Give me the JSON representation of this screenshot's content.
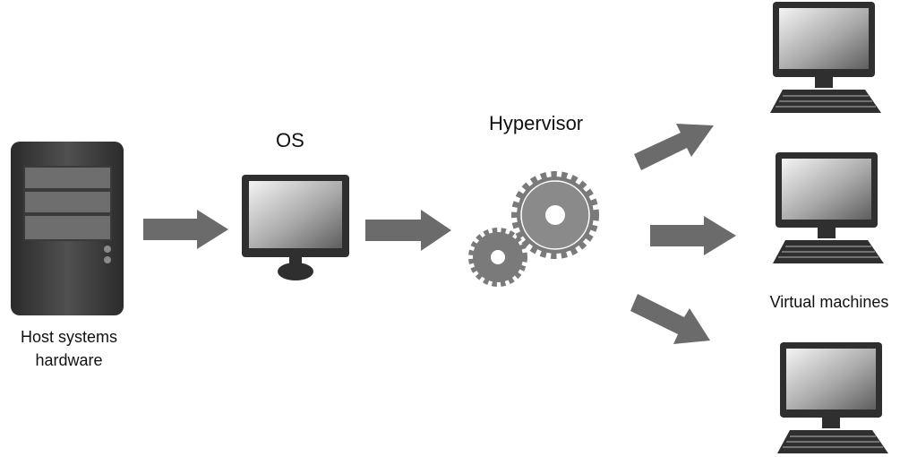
{
  "labels": {
    "os": "OS",
    "hypervisor": "Hypervisor",
    "host_line1": "Host systems",
    "host_line2": "hardware",
    "virtual_machines": "Virtual machines"
  },
  "colors": {
    "arrow": "#6b6b6b",
    "device_dark": "#3a3a3a",
    "gear": "#7a7a7a"
  }
}
